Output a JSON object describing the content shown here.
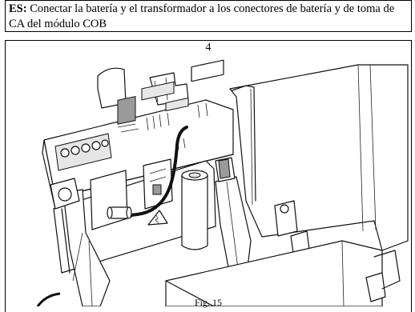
{
  "instruction": {
    "lang_code": "ES:",
    "text": " Conectar la batería y el transformador a los conectores de batería y de toma de CA del módulo COB"
  },
  "figure": {
    "step_number": "4",
    "caption": "Fig. 15"
  }
}
